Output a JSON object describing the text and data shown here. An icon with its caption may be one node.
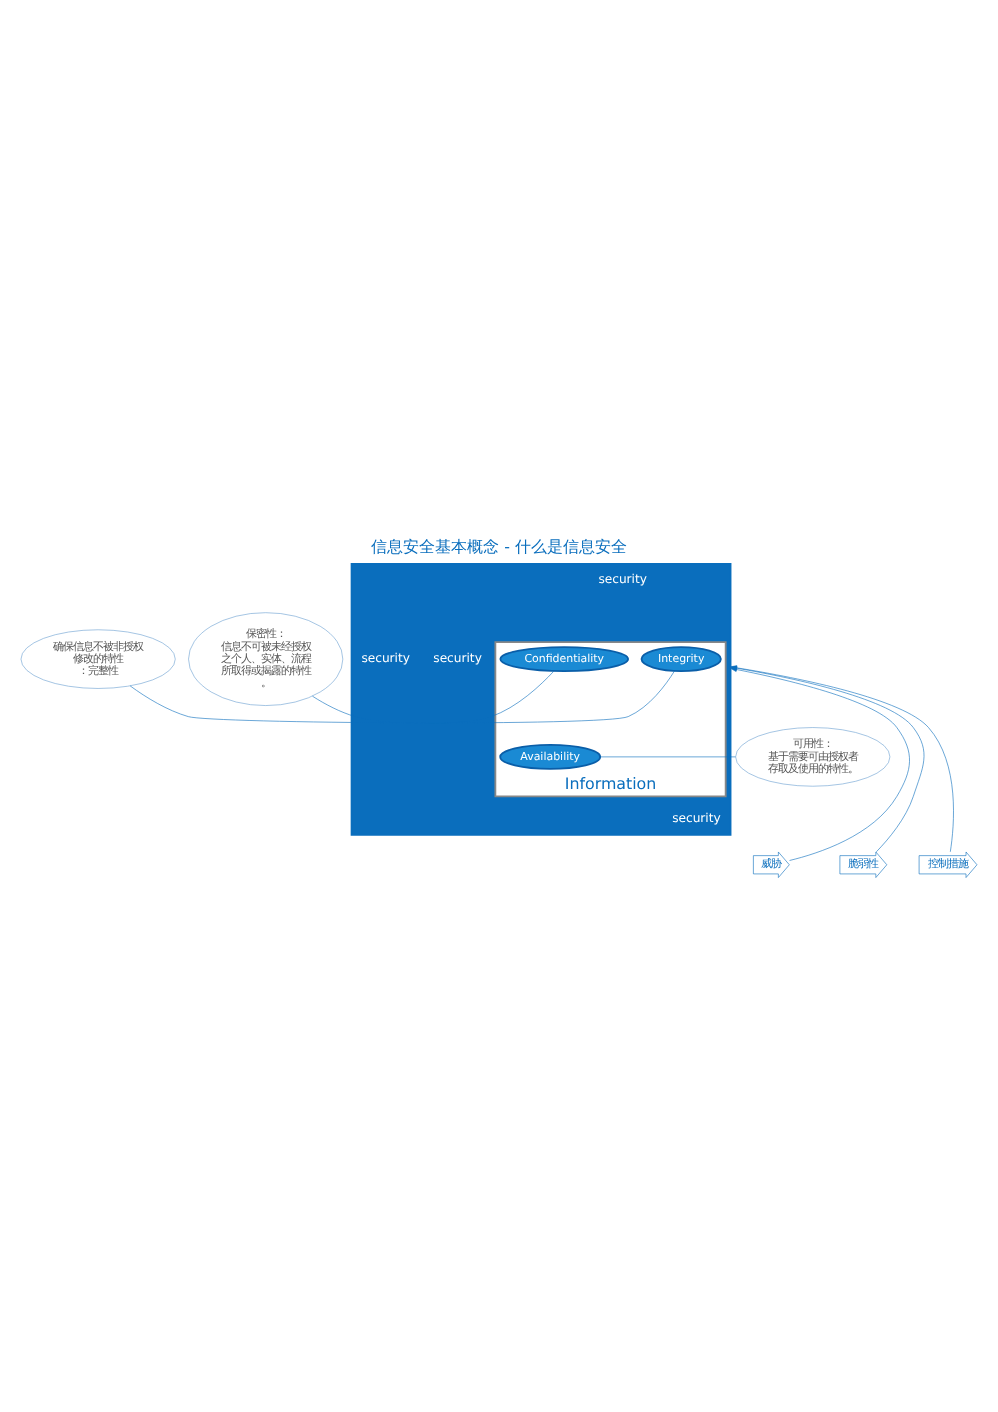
{
  "diagram": {
    "title": "信息安全基本概念 - 什么是信息安全",
    "nodes": [
      {
        "text": [],
        "shape": "box"
      },
      {
        "text": [
          "Information"
        ],
        "in": 0
      },
      {
        "text": [
          "Integrity"
        ],
        "in": 1
      },
      {
        "text": [
          "Confidentiality"
        ],
        "in": 1
      },
      {
        "text": [
          "Availability"
        ],
        "in": 1
      },
      {
        "text": [
          "保密性：",
          "信息不可被未经授权之个人、实体、流程所取得或揭露的特性。"
        ]
      },
      {
        "text": [
          "确保信息不被非授权修改的特性",
          "：完整性"
        ]
      },
      {
        "text": [
          "可用性：",
          "基于需要可由授权者存取及使用的特性。"
        ]
      },
      {
        "text": [
          "控制措施"
        ]
      },
      {
        "text": [
          "威胁"
        ]
      },
      {
        "text": [
          "脆弱性"
        ]
      }
    ],
    "edges": [
      {
        "from": 5,
        "to": 3,
        "arrow": "none"
      },
      {
        "from": 6,
        "to": 2,
        "arrow": "none"
      },
      {
        "from": 7,
        "to": 4,
        "arrow": "none"
      },
      {
        "from": 8,
        "to": 0,
        "arrow": "to"
      },
      {
        "from": 9,
        "to": 0,
        "arrow": "to"
      },
      {
        "from": 10,
        "to": 0,
        "arrow": "to"
      }
    ],
    "labels": [
      "security",
      "security",
      "security",
      "security"
    ]
  }
}
